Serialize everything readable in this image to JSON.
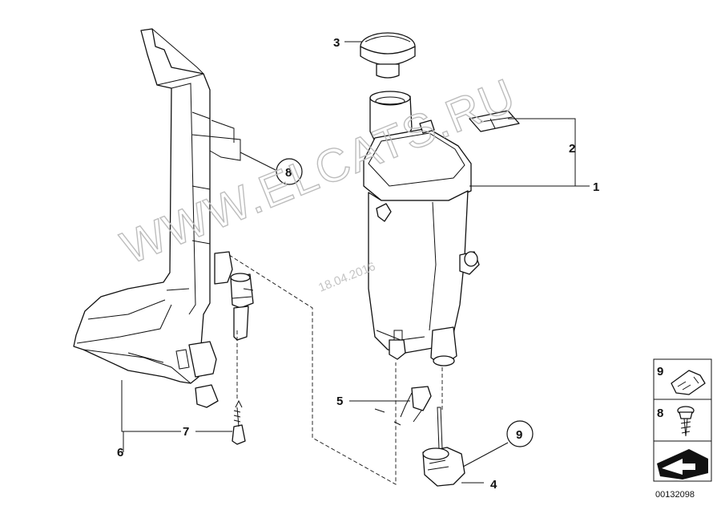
{
  "diagram": {
    "callouts": {
      "c1": "1",
      "c2": "2",
      "c3": "3",
      "c4": "4",
      "c5": "5",
      "c6": "6",
      "c7": "7",
      "c8": "8",
      "c9": "9"
    },
    "legend": {
      "item9": "9",
      "item8": "8"
    },
    "watermark": "WWW.ELCATS.RU",
    "date_stamp": "18.04.2016",
    "drawing_code": "00132098",
    "colors": {
      "line": "#111111",
      "watermark": "#bdbdbd",
      "background": "#ffffff"
    }
  }
}
